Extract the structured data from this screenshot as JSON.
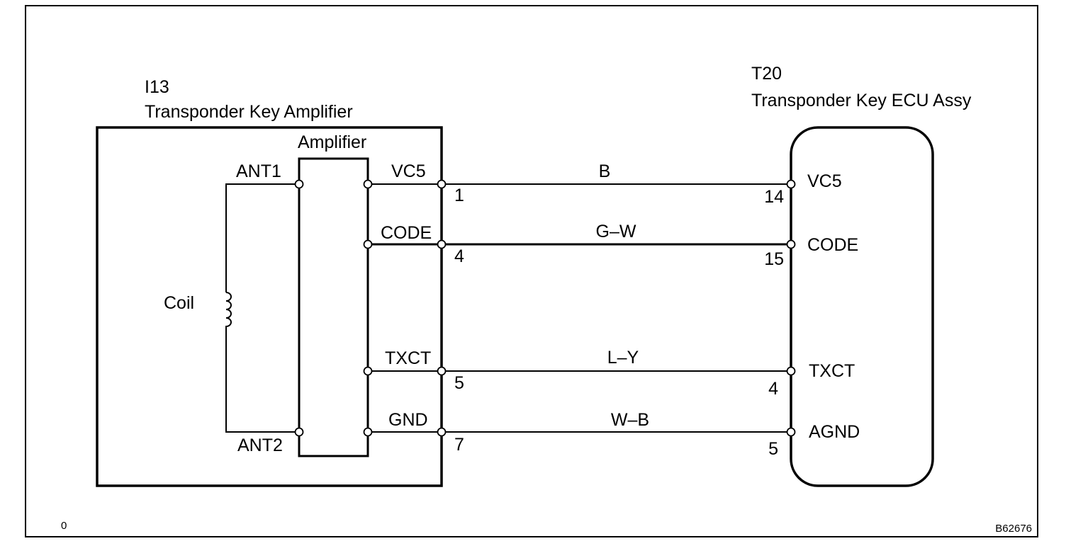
{
  "left_component": {
    "id": "I13",
    "name": "Transponder Key Amplifier",
    "inner_block_label": "Amplifier",
    "coil_label": "Coil",
    "antenna_pins": [
      "ANT1",
      "ANT2"
    ]
  },
  "right_component": {
    "id": "T20",
    "name": "Transponder Key ECU Assy"
  },
  "wires": [
    {
      "left_terminal": "VC5",
      "left_pin": "1",
      "color": "B",
      "right_pin": "14",
      "right_terminal": "VC5"
    },
    {
      "left_terminal": "CODE",
      "left_pin": "4",
      "color": "G–W",
      "right_pin": "15",
      "right_terminal": "CODE"
    },
    {
      "left_terminal": "TXCT",
      "left_pin": "5",
      "color": "L–Y",
      "right_pin": "4",
      "right_terminal": "TXCT"
    },
    {
      "left_terminal": "GND",
      "left_pin": "7",
      "color": "W–B",
      "right_pin": "5",
      "right_terminal": "AGND"
    }
  ],
  "corner_left": "0",
  "figure_code": "B62676"
}
